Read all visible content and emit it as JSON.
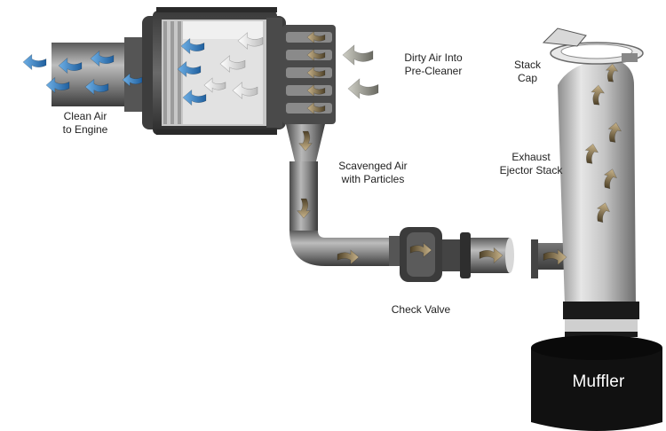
{
  "labels": {
    "clean_air": [
      "Clean Air",
      "to Engine"
    ],
    "dirty_air": [
      "Dirty Air Into",
      "Pre-Cleaner"
    ],
    "stack_cap": [
      "Stack",
      "Cap"
    ],
    "scavenged_air": [
      "Scavenged Air",
      "with Particles"
    ],
    "exhaust_stack": [
      "Exhaust",
      "Ejector Stack"
    ],
    "check_valve": "Check Valve",
    "muffler": "Muffler"
  },
  "colors": {
    "clean_air_arrow": "#2f7fc4",
    "dirty_air_arrow": "#8a8a80",
    "scavenged_arrow": "#6b5a3a",
    "exhaust_arrow": "#6b5a3a",
    "muffler_body": "#111111",
    "pipe_metal": "#9a9a9a"
  }
}
